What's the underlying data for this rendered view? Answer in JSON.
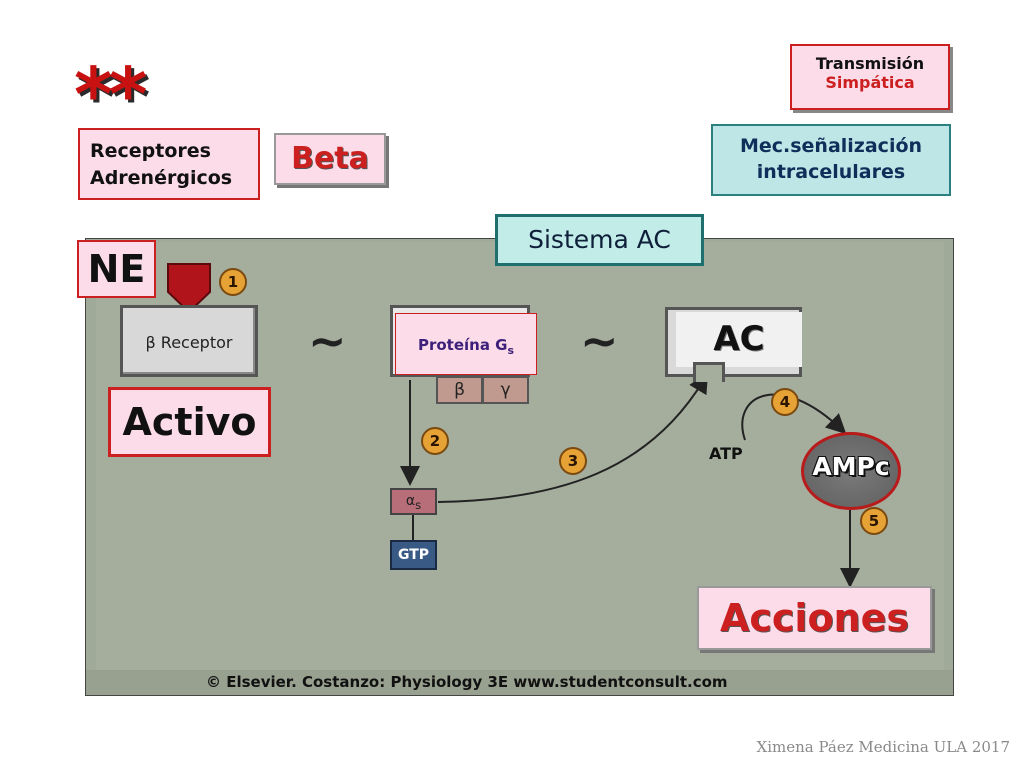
{
  "header": {
    "stars": "**",
    "transmision_line1": "Transmisión",
    "transmision_line2": "Simpática",
    "mec_line1": "Mec.señalización",
    "mec_line2": "intracelulares"
  },
  "labels": {
    "receptores_line1": "Receptores",
    "receptores_line2": "Adrenérgicos",
    "beta": "Beta",
    "sistema": "Sistema AC",
    "ne": "NE",
    "activo": "Activo",
    "acciones": "Acciones"
  },
  "figure": {
    "receptor": "β Receptor",
    "protein": "Proteína G",
    "protein_sub": "s",
    "beta_unit": "β",
    "gamma_unit": "γ",
    "ac": "AC",
    "alpha_unit": "α",
    "alpha_sub": "s",
    "gtp": "GTP",
    "atp": "ATP",
    "ampc": "AMPc",
    "tilde_1": "~",
    "tilde_2": "~",
    "steps": [
      "1",
      "2",
      "3",
      "4",
      "5"
    ],
    "copyright": "© Elsevier. Costanzo: Physiology 3E www.studentconsult.com"
  },
  "footer": {
    "credit": "Ximena Páez Medicina ULA 2017"
  },
  "colors": {
    "accent_red": "#cc1f1f",
    "pink_fill": "#fbdce8",
    "teal_fill": "#c2ece8",
    "panel_gray": "#a5ad9d",
    "step_orange": "#e7a235"
  }
}
